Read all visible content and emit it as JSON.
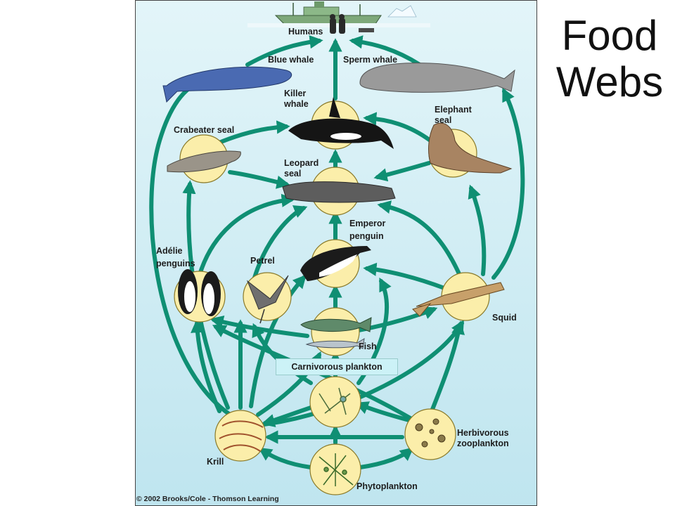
{
  "title": "Food Webs",
  "organisms": {
    "humans": "Humans",
    "blue_whale": "Blue whale",
    "sperm_whale": "Sperm whale",
    "killer_whale": "Killer\nwhale",
    "elephant_seal": "Elephant\n      seal",
    "crabeater_seal": "Crabeater seal",
    "leopard_seal": "Leopard\nseal",
    "emperor_penguin": "Emperor\npenguin",
    "adelie_penguins": "Adélie\npenguins",
    "petrel": "Petrel",
    "squid": "Squid",
    "fish": "Fish",
    "carnivorous_plankton": "Carnivorous plankton",
    "herbivorous_zooplankton": "Herbivorous\nzooplankton",
    "krill": "Krill",
    "phytoplankton": "Phytoplankton"
  },
  "copyright": "© 2002 Brooks/Cole - Thomson Learning",
  "colors": {
    "arrow": "#0f8f73",
    "node_fill": "#fbeeaa",
    "water_top": "#d9f1f7",
    "water_bottom": "#bfe6f0"
  }
}
